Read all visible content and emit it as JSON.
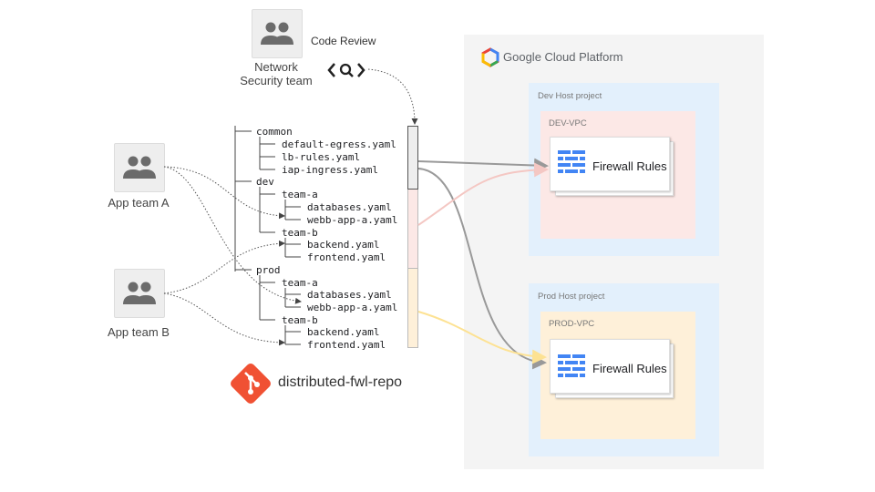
{
  "network_team": {
    "label_line1": "Network",
    "label_line2": "Security team",
    "icon": "people-icon"
  },
  "code_review": {
    "label": "Code Review",
    "icon": "code-search-icon"
  },
  "app_team_a": {
    "label": "App team A",
    "icon": "people-icon"
  },
  "app_team_b": {
    "label": "App team B",
    "icon": "people-icon"
  },
  "repo": {
    "name": "distributed-fwl-repo",
    "icon": "git-icon",
    "tree": [
      "common",
      "default-egress.yaml",
      "lb-rules.yaml",
      "iap-ingress.yaml",
      "dev",
      "team-a",
      "databases.yaml",
      "webb-app-a.yaml",
      "team-b",
      "backend.yaml",
      "frontend.yaml",
      "prod",
      "team-a",
      "databases.yaml",
      "webb-app-a.yaml",
      "team-b",
      "backend.yaml",
      "frontend.yaml"
    ]
  },
  "gcp": {
    "logo_text": "Google Cloud Platform",
    "dev_project": "Dev Host project",
    "dev_vpc": "DEV-VPC",
    "prod_project": "Prod Host project",
    "prod_vpc": "PROD-VPC",
    "firewall_label": "Firewall Rules"
  },
  "colors": {
    "dev_vpc_bg": "#fce8e6",
    "prod_vpc_bg": "#fef0d9",
    "project_bg": "#e3f0fc",
    "gcp_bg": "#f4f4f4",
    "firewall_blue": "#4285f4",
    "git_orange": "#f05133",
    "arrow_gray": "#999999",
    "arrow_pink": "#f4c7c3",
    "arrow_yellow": "#fde293"
  }
}
